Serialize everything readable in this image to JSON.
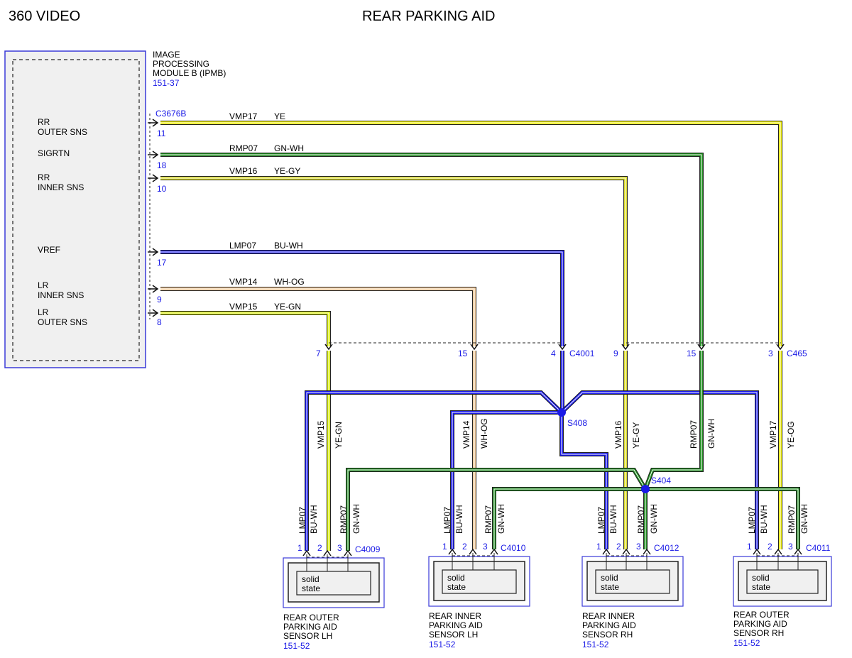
{
  "header": {
    "left_title": "360 VIDEO",
    "center_title": "REAR PARKING AID"
  },
  "module": {
    "name_lines": [
      "IMAGE",
      "PROCESSING",
      "MODULE B (IPMB)"
    ],
    "ref": "151-37",
    "connector": "C3676B",
    "pins": [
      {
        "label_lines": [
          "RR",
          "OUTER SNS"
        ],
        "pin": "11"
      },
      {
        "label_lines": [
          "SIGRTN"
        ],
        "pin": "18"
      },
      {
        "label_lines": [
          "RR",
          "INNER SNS"
        ],
        "pin": "10"
      },
      {
        "label_lines": [
          "VREF"
        ],
        "pin": "17"
      },
      {
        "label_lines": [
          "LR",
          "INNER SNS"
        ],
        "pin": "9"
      },
      {
        "label_lines": [
          "LR",
          "OUTER SNS"
        ],
        "pin": "8"
      }
    ]
  },
  "wires": [
    {
      "circuit": "VMP17",
      "color": "YE",
      "fill": "#f2f200"
    },
    {
      "circuit": "RMP07",
      "color": "GN-WH",
      "fill": "#1f8a1f"
    },
    {
      "circuit": "VMP16",
      "color": "YE-GY",
      "fill": "#d9d926"
    },
    {
      "circuit": "LMP07",
      "color": "BU-WH",
      "fill": "#1a1ae6"
    },
    {
      "circuit": "VMP14",
      "color": "WH-OG",
      "fill": "#f2c896"
    },
    {
      "circuit": "VMP15",
      "color": "YE-GN",
      "fill": "#d9ee00"
    }
  ],
  "inline_connectors": {
    "c4001": {
      "name": "C4001",
      "pins": [
        "7",
        "15",
        "4"
      ]
    },
    "c465": {
      "name": "C465",
      "pins": [
        "9",
        "15",
        "3"
      ]
    }
  },
  "drops": [
    {
      "circuit": "VMP15",
      "color": "YE-GN"
    },
    {
      "circuit": "VMP14",
      "color": "WH-OG"
    },
    {
      "circuit": "VMP16",
      "color": "YE-GY"
    },
    {
      "circuit": "RMP07",
      "color": "GN-WH"
    },
    {
      "circuit": "VMP17",
      "color": "YE-OG"
    }
  ],
  "splices": {
    "s408": "S408",
    "s404": "S404"
  },
  "sensor_wires": {
    "lmp": "LMP07",
    "bu": "BU-WH",
    "rmp": "RMP07",
    "gn": "GN-WH"
  },
  "sensors": [
    {
      "connector": "C4009",
      "pins": [
        "1",
        "2",
        "3"
      ],
      "chip_lines": [
        "solid",
        "state"
      ],
      "name_lines": [
        "REAR OUTER",
        "PARKING AID",
        "SENSOR LH"
      ],
      "ref": "151-52"
    },
    {
      "connector": "C4010",
      "pins": [
        "1",
        "2",
        "3"
      ],
      "chip_lines": [
        "solid",
        "state"
      ],
      "name_lines": [
        "REAR INNER",
        "PARKING AID",
        "SENSOR LH"
      ],
      "ref": "151-52"
    },
    {
      "connector": "C4012",
      "pins": [
        "1",
        "2",
        "3"
      ],
      "chip_lines": [
        "solid",
        "state"
      ],
      "name_lines": [
        "REAR INNER",
        "PARKING AID",
        "SENSOR RH"
      ],
      "ref": "151-52"
    },
    {
      "connector": "C4011",
      "pins": [
        "1",
        "2",
        "3"
      ],
      "chip_lines": [
        "solid",
        "state"
      ],
      "name_lines": [
        "REAR OUTER",
        "PARKING AID",
        "SENSOR RH"
      ],
      "ref": "151-52"
    }
  ]
}
